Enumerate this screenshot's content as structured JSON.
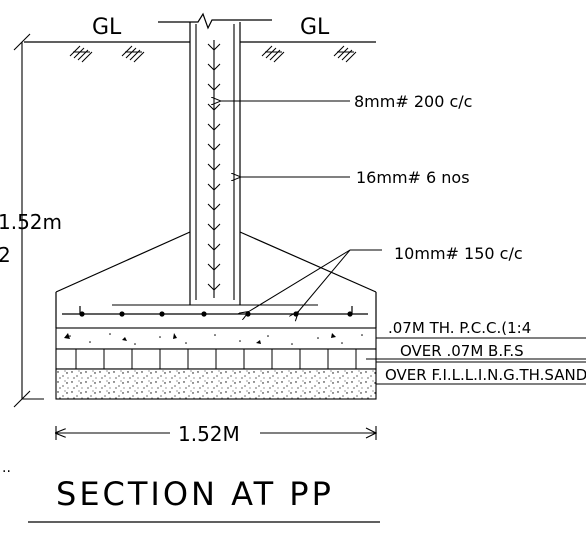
{
  "ground": {
    "left_label": "GL",
    "right_label": "GL"
  },
  "labels": {
    "bar_8mm": "8mm# 200 c/c",
    "bar_16mm": "16mm# 6 nos",
    "bar_10mm": "10mm# 150 c/c",
    "pcc": ".07M TH. P.C.C.(1:4",
    "bfs": "OVER .07M B.F.S",
    "sand": "OVER F.I.L.L.I.N.G.TH.SAND",
    "depth": "1.52m",
    "depth_second_line": "2",
    "width": "1.52M",
    "cut_marker": ".."
  },
  "title": "SECTION AT PP"
}
